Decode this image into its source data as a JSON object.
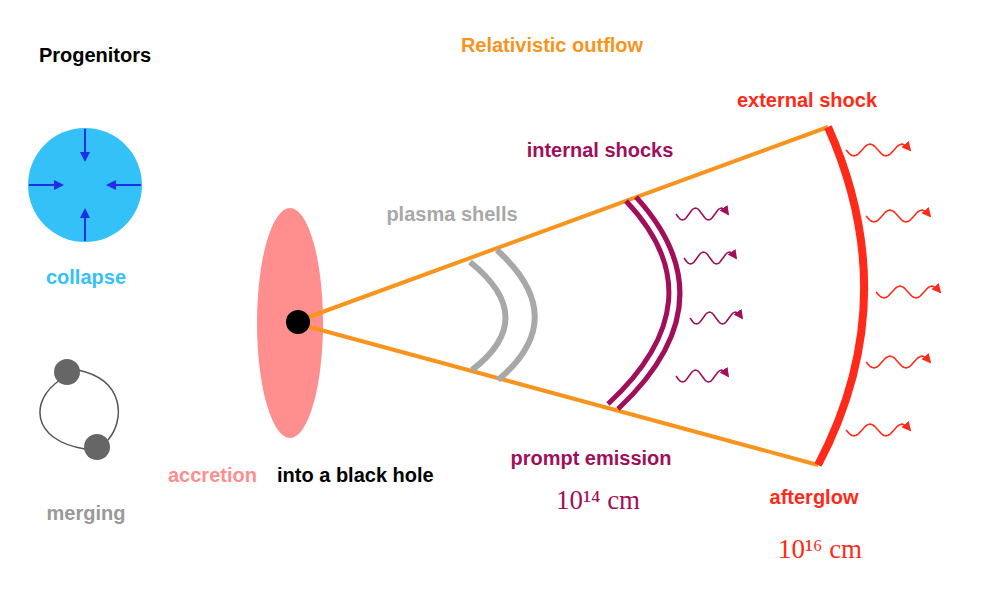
{
  "diagram": {
    "labels": [
      "Progenitors",
      "Relativistic outflow",
      "external shock",
      "internal shocks",
      "plasma shells",
      "collapse",
      "accretion",
      "into a black hole",
      "prompt emission",
      "afterglow",
      "10¹⁴ cm",
      "merging",
      "10¹⁶ cm"
    ]
  }
}
